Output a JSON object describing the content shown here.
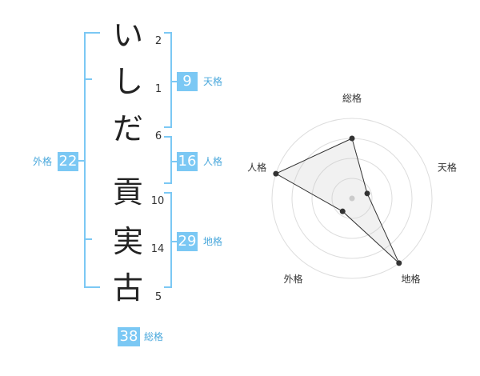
{
  "name": {
    "characters": [
      {
        "char": "い",
        "strokes": "2"
      },
      {
        "char": "し",
        "strokes": "1"
      },
      {
        "char": "だ",
        "strokes": "6"
      },
      {
        "char": "貢",
        "strokes": "10"
      },
      {
        "char": "実",
        "strokes": "14"
      },
      {
        "char": "古",
        "strokes": "5"
      }
    ]
  },
  "kakusu": {
    "ten": {
      "value": "9",
      "label": "天格"
    },
    "jin": {
      "value": "16",
      "label": "人格"
    },
    "chi": {
      "value": "29",
      "label": "地格"
    },
    "gai": {
      "value": "22",
      "label": "外格"
    },
    "sou": {
      "value": "38",
      "label": "総格"
    }
  },
  "colors": {
    "accent": "#7bc8f4",
    "label": "#4aa8dc"
  },
  "chart_data": {
    "type": "radar",
    "axes": [
      "総格",
      "天格",
      "地格",
      "外格",
      "人格"
    ],
    "values": [
      0.75,
      0.2,
      1.0,
      0.2,
      1.0
    ],
    "rings": 4,
    "grid": true
  }
}
